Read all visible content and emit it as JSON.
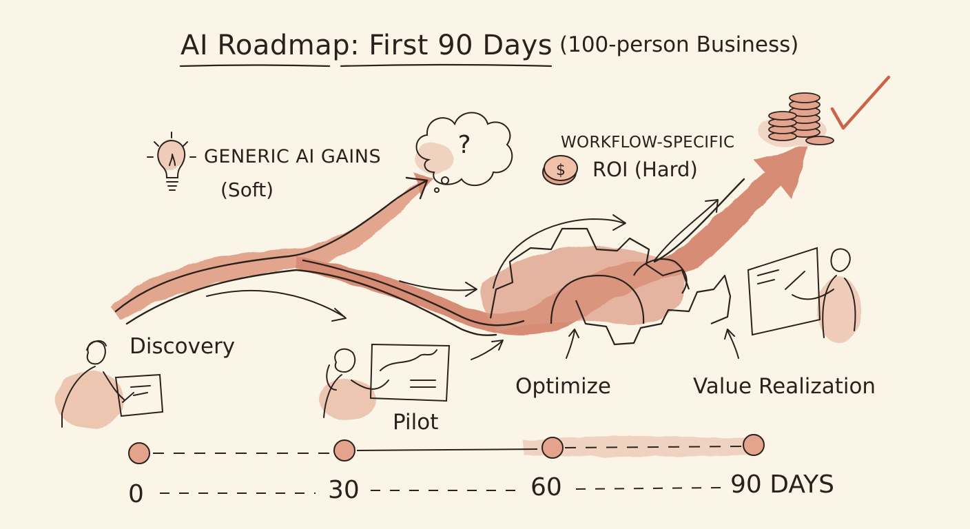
{
  "title": {
    "main": "AI Roadmap: First 90 Days",
    "sub": "(100-person Business)"
  },
  "branches": {
    "generic": {
      "line1": "GENERIC AI GAINS",
      "line2": "(Soft)",
      "icon": "lightbulb-icon",
      "end_icon": "thought-cloud-question-icon",
      "question": "?"
    },
    "workflow": {
      "line1": "WORKFLOW-SPECIFIC",
      "line2": "ROI (Hard)",
      "icon": "dollar-coin-icon",
      "coin_symbol": "$",
      "end_icon": "coin-stack-icon",
      "check_icon": "checkmark-icon"
    }
  },
  "stages": [
    {
      "label": "Discovery"
    },
    {
      "label": "Pilot"
    },
    {
      "label": "Optimize"
    },
    {
      "label": "Value Realization"
    }
  ],
  "timeline": {
    "marks": [
      "0",
      "30",
      "60",
      "90 DAYS"
    ]
  },
  "colors": {
    "ink": "#2a201c",
    "terracotta": "#c9644a",
    "paper": "#faf5e6"
  }
}
